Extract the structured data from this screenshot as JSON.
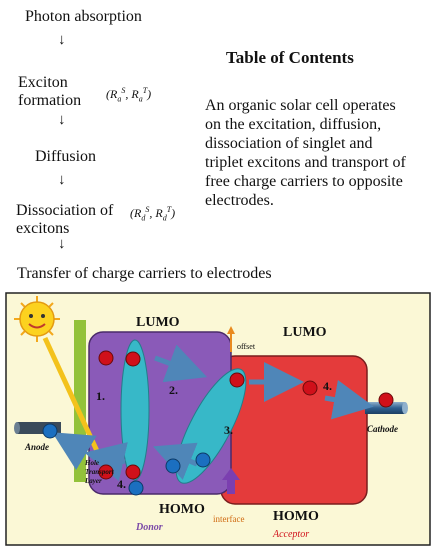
{
  "steps": {
    "photon_absorption": "Photon absorption",
    "arrow": "↓",
    "exciton_line1": "Exciton",
    "exciton_line2": "formation",
    "diffusion": "Diffusion",
    "dissociation_line1": "Dissociation of",
    "dissociation_line2": "excitons",
    "transfer": "Transfer of charge carriers to electrodes"
  },
  "rates": {
    "formation": {
      "r": "R",
      "s_sub": "a",
      "s_sup": "S",
      "t_sub": "a",
      "t_sup": "T"
    },
    "dissociation": {
      "r": "R",
      "s_sub": "d",
      "s_sup": "S",
      "t_sub": "d",
      "t_sup": "T"
    }
  },
  "toc": {
    "title": "Table of Contents",
    "body": " An organic solar cell operates on the excitation, diffusion,  dissociation of singlet and triplet excitons and transport of free charge carriers to opposite electrodes."
  },
  "diagram": {
    "lumo_left": "LUMO",
    "lumo_right": "LUMO",
    "homo_left": "HOMO",
    "homo_right": "HOMO",
    "offset": "offset",
    "interface": "interface",
    "anode": "Anode",
    "cathode": "Cathode",
    "htl_1": "Hole",
    "htl_2": "Transport",
    "htl_3": "Layer",
    "donor": "Donor",
    "acceptor": "Acceptor",
    "step1": "1.",
    "step2": "2.",
    "step3": "3.",
    "step4a": "4.",
    "step4b": "4."
  },
  "colors": {
    "panel_bg": "#fbf8d6",
    "donor": "#8a5ab8",
    "acceptor": "#e43b3b",
    "exciton": "#37b8c8",
    "electron": "#d0101a",
    "hole": "#1b6fc0",
    "arrow": "#4f86b8",
    "htl": "#93c23a",
    "anode": "#3a4a5a",
    "cathode": "#2f5f8f",
    "interface_arrow": "#7b3fb0",
    "offset_arrow": "#e98a1f"
  }
}
